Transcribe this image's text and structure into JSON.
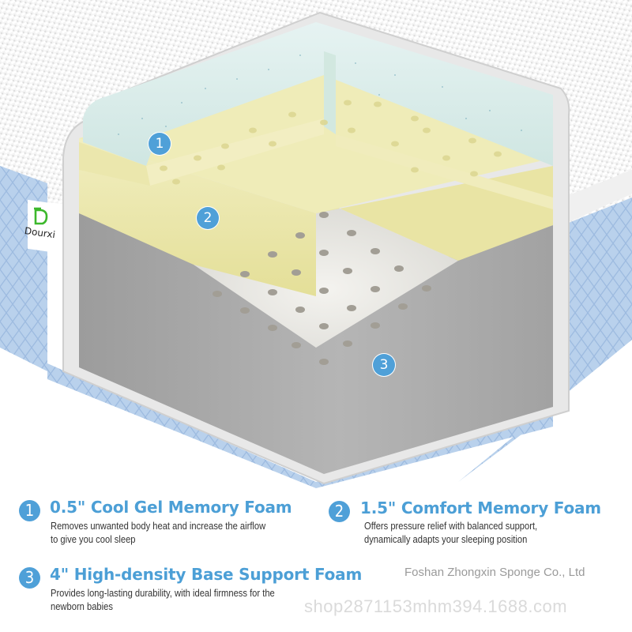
{
  "product": {
    "brand_label": "Dourxi",
    "colors": {
      "accent_blue": "#4fa0d8",
      "title_blue": "#4c9fd6",
      "gel_layer": "#d8ece8",
      "comfort_layer": "#ebe6a6",
      "base_layer": "#a8a8a8",
      "cover_white": "#f3f3f3",
      "cover_side_blue": "#b8d0ea",
      "logo_green": "#3cb82c"
    }
  },
  "diagram": {
    "badges": [
      {
        "number": "1",
        "layer": "gel"
      },
      {
        "number": "2",
        "layer": "comfort"
      },
      {
        "number": "3",
        "layer": "base"
      }
    ]
  },
  "layers": [
    {
      "number": "1",
      "title": "0.5\" Cool Gel Memory Foam",
      "desc_line1": "Removes unwanted body heat and increase the airflow",
      "desc_line2": "to give you cool sleep"
    },
    {
      "number": "2",
      "title": "1.5\" Comfort Memory Foam",
      "desc_line1": "Offers pressure relief with balanced support,",
      "desc_line2": "dynamically adapts your sleeping position"
    },
    {
      "number": "3",
      "title": "4\" High-density Base Support Foam",
      "desc_line1": "Provides long-lasting durability, with ideal firmness for the",
      "desc_line2": "newborn babies"
    }
  ],
  "footer": {
    "company": "Foshan Zhongxin Sponge Co., Ltd",
    "watermark": "shop2871153mhm394.1688.com"
  }
}
